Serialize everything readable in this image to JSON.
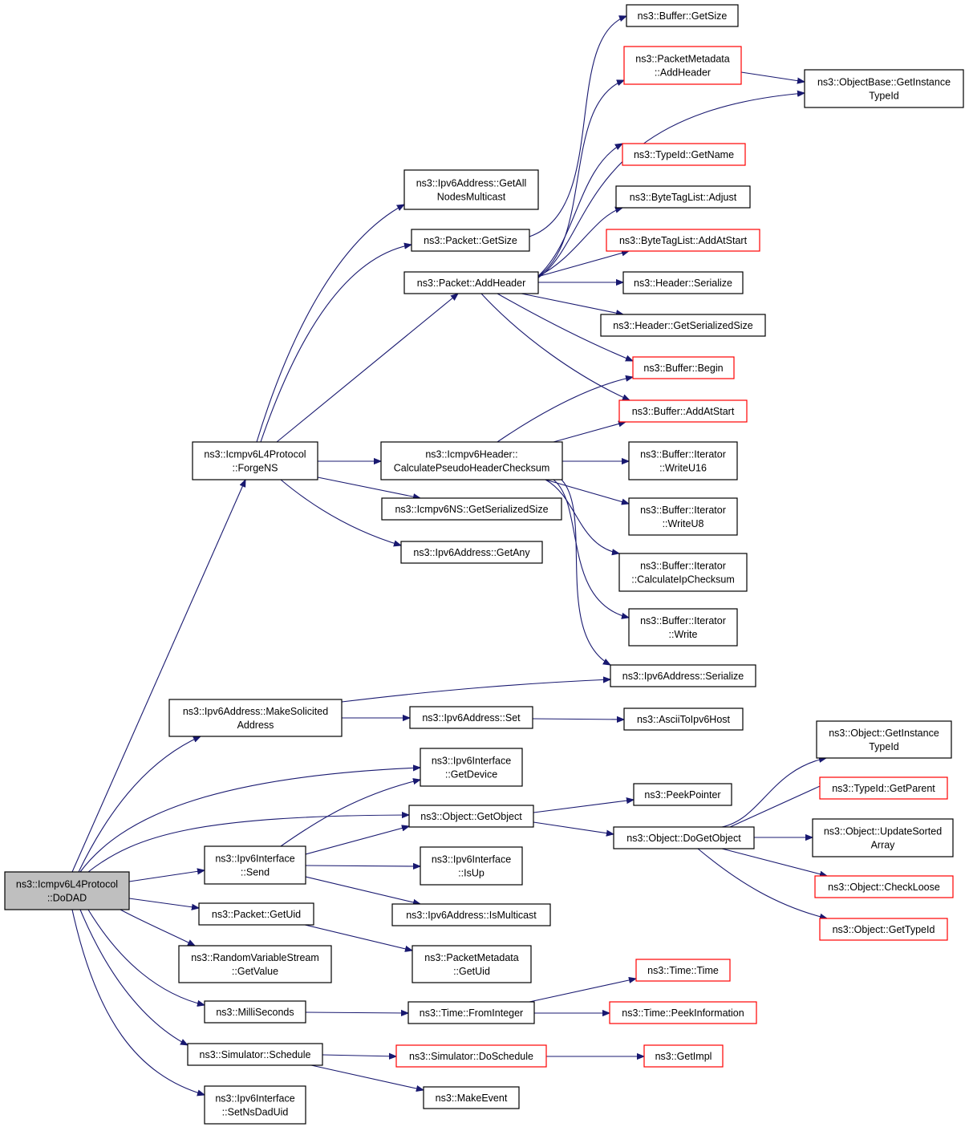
{
  "nodes": [
    {
      "id": "dodad",
      "lines": [
        "ns3::Icmpv6L4Protocol",
        "::DoDAD"
      ],
      "border": "root"
    },
    {
      "id": "forgens",
      "lines": [
        "ns3::Icmpv6L4Protocol",
        "::ForgeNS"
      ],
      "border": "black"
    },
    {
      "id": "getallnodes",
      "lines": [
        "ns3::Ipv6Address::GetAll",
        "NodesMulticast"
      ],
      "border": "black"
    },
    {
      "id": "pkt_getsize",
      "lines": [
        "ns3::Packet::GetSize"
      ],
      "border": "black"
    },
    {
      "id": "pkt_addheader",
      "lines": [
        "ns3::Packet::AddHeader"
      ],
      "border": "black"
    },
    {
      "id": "buf_getsize",
      "lines": [
        "ns3::Buffer::GetSize"
      ],
      "border": "black"
    },
    {
      "id": "pm_addheader",
      "lines": [
        "ns3::PacketMetadata",
        "::AddHeader"
      ],
      "border": "red"
    },
    {
      "id": "ob_getinstance",
      "lines": [
        "ns3::ObjectBase::GetInstance",
        "TypeId"
      ],
      "border": "black"
    },
    {
      "id": "typeid_getname",
      "lines": [
        "ns3::TypeId::GetName"
      ],
      "border": "red"
    },
    {
      "id": "btl_adjust",
      "lines": [
        "ns3::ByteTagList::Adjust"
      ],
      "border": "black"
    },
    {
      "id": "btl_addatstart",
      "lines": [
        "ns3::ByteTagList::AddAtStart"
      ],
      "border": "red"
    },
    {
      "id": "hdr_serialize",
      "lines": [
        "ns3::Header::Serialize"
      ],
      "border": "black"
    },
    {
      "id": "hdr_getsersize",
      "lines": [
        "ns3::Header::GetSerializedSize"
      ],
      "border": "black"
    },
    {
      "id": "buf_begin",
      "lines": [
        "ns3::Buffer::Begin"
      ],
      "border": "red"
    },
    {
      "id": "buf_addatstart",
      "lines": [
        "ns3::Buffer::AddAtStart"
      ],
      "border": "red"
    },
    {
      "id": "calcpseudo",
      "lines": [
        "ns3::Icmpv6Header::",
        "CalculatePseudoHeaderChecksum"
      ],
      "border": "black"
    },
    {
      "id": "it_writeu16",
      "lines": [
        "ns3::Buffer::Iterator",
        "::WriteU16"
      ],
      "border": "black"
    },
    {
      "id": "it_writeu8",
      "lines": [
        "ns3::Buffer::Iterator",
        "::WriteU8"
      ],
      "border": "black"
    },
    {
      "id": "it_calcip",
      "lines": [
        "ns3::Buffer::Iterator",
        "::CalculateIpChecksum"
      ],
      "border": "black"
    },
    {
      "id": "it_write",
      "lines": [
        "ns3::Buffer::Iterator",
        "::Write"
      ],
      "border": "black"
    },
    {
      "id": "ns_getsersize",
      "lines": [
        "ns3::Icmpv6NS::GetSerializedSize"
      ],
      "border": "black"
    },
    {
      "id": "ipv6_getany",
      "lines": [
        "ns3::Ipv6Address::GetAny"
      ],
      "border": "black"
    },
    {
      "id": "ipv6_serialize",
      "lines": [
        "ns3::Ipv6Address::Serialize"
      ],
      "border": "black"
    },
    {
      "id": "makesolicited",
      "lines": [
        "ns3::Ipv6Address::MakeSolicited",
        "Address"
      ],
      "border": "black"
    },
    {
      "id": "ipv6_set",
      "lines": [
        "ns3::Ipv6Address::Set"
      ],
      "border": "black"
    },
    {
      "id": "asciitoipv6",
      "lines": [
        "ns3::AsciiToIpv6Host"
      ],
      "border": "black"
    },
    {
      "id": "if_getdevice",
      "lines": [
        "ns3::Ipv6Interface",
        "::GetDevice"
      ],
      "border": "black"
    },
    {
      "id": "obj_getobject",
      "lines": [
        "ns3::Object::GetObject"
      ],
      "border": "black"
    },
    {
      "id": "peekpointer",
      "lines": [
        "ns3::PeekPointer"
      ],
      "border": "black"
    },
    {
      "id": "obj_dogetobject",
      "lines": [
        "ns3::Object::DoGetObject"
      ],
      "border": "black"
    },
    {
      "id": "obj_getinstance",
      "lines": [
        "ns3::Object::GetInstance",
        "TypeId"
      ],
      "border": "black"
    },
    {
      "id": "typeid_getparent",
      "lines": [
        "ns3::TypeId::GetParent"
      ],
      "border": "red"
    },
    {
      "id": "obj_updatesorted",
      "lines": [
        "ns3::Object::UpdateSorted",
        "Array"
      ],
      "border": "black"
    },
    {
      "id": "obj_checkloose",
      "lines": [
        "ns3::Object::CheckLoose"
      ],
      "border": "red"
    },
    {
      "id": "obj_gettypeid",
      "lines": [
        "ns3::Object::GetTypeId"
      ],
      "border": "red"
    },
    {
      "id": "if_send",
      "lines": [
        "ns3::Ipv6Interface",
        "::Send"
      ],
      "border": "black"
    },
    {
      "id": "if_isup",
      "lines": [
        "ns3::Ipv6Interface",
        "::IsUp"
      ],
      "border": "black"
    },
    {
      "id": "ipv6_ismulticast",
      "lines": [
        "ns3::Ipv6Address::IsMulticast"
      ],
      "border": "black"
    },
    {
      "id": "pkt_getuid",
      "lines": [
        "ns3::Packet::GetUid"
      ],
      "border": "black"
    },
    {
      "id": "pm_getuid",
      "lines": [
        "ns3::PacketMetadata",
        "::GetUid"
      ],
      "border": "black"
    },
    {
      "id": "rvs_getvalue",
      "lines": [
        "ns3::RandomVariableStream",
        "::GetValue"
      ],
      "border": "black"
    },
    {
      "id": "milliseconds",
      "lines": [
        "ns3::MilliSeconds"
      ],
      "border": "black"
    },
    {
      "id": "time_frominteger",
      "lines": [
        "ns3::Time::FromInteger"
      ],
      "border": "black"
    },
    {
      "id": "time_time",
      "lines": [
        "ns3::Time::Time"
      ],
      "border": "red"
    },
    {
      "id": "time_peekinfo",
      "lines": [
        "ns3::Time::PeekInformation"
      ],
      "border": "red"
    },
    {
      "id": "sim_schedule",
      "lines": [
        "ns3::Simulator::Schedule"
      ],
      "border": "black"
    },
    {
      "id": "sim_doschedule",
      "lines": [
        "ns3::Simulator::DoSchedule"
      ],
      "border": "red"
    },
    {
      "id": "getimpl",
      "lines": [
        "ns3::GetImpl"
      ],
      "border": "red"
    },
    {
      "id": "makeevent",
      "lines": [
        "ns3::MakeEvent"
      ],
      "border": "black"
    },
    {
      "id": "if_setnsdaduid",
      "lines": [
        "ns3::Ipv6Interface",
        "::SetNsDadUid"
      ],
      "border": "black"
    }
  ],
  "edges": [
    [
      "dodad",
      "forgens"
    ],
    [
      "dodad",
      "makesolicited"
    ],
    [
      "dodad",
      "if_getdevice"
    ],
    [
      "dodad",
      "obj_getobject"
    ],
    [
      "dodad",
      "if_send"
    ],
    [
      "dodad",
      "pkt_getuid"
    ],
    [
      "dodad",
      "rvs_getvalue"
    ],
    [
      "dodad",
      "milliseconds"
    ],
    [
      "dodad",
      "sim_schedule"
    ],
    [
      "dodad",
      "if_setnsdaduid"
    ],
    [
      "forgens",
      "getallnodes"
    ],
    [
      "forgens",
      "pkt_getsize"
    ],
    [
      "forgens",
      "pkt_addheader"
    ],
    [
      "forgens",
      "calcpseudo"
    ],
    [
      "forgens",
      "ns_getsersize"
    ],
    [
      "forgens",
      "ipv6_getany"
    ],
    [
      "pkt_getsize",
      "buf_getsize"
    ],
    [
      "pkt_addheader",
      "pm_addheader"
    ],
    [
      "pkt_addheader",
      "ob_getinstance"
    ],
    [
      "pkt_addheader",
      "typeid_getname"
    ],
    [
      "pkt_addheader",
      "btl_adjust"
    ],
    [
      "pkt_addheader",
      "btl_addatstart"
    ],
    [
      "pkt_addheader",
      "hdr_serialize"
    ],
    [
      "pkt_addheader",
      "hdr_getsersize"
    ],
    [
      "pkt_addheader",
      "buf_begin"
    ],
    [
      "pkt_addheader",
      "buf_addatstart"
    ],
    [
      "pm_addheader",
      "ob_getinstance"
    ],
    [
      "calcpseudo",
      "buf_begin"
    ],
    [
      "calcpseudo",
      "buf_addatstart"
    ],
    [
      "calcpseudo",
      "it_writeu16"
    ],
    [
      "calcpseudo",
      "it_writeu8"
    ],
    [
      "calcpseudo",
      "it_calcip"
    ],
    [
      "calcpseudo",
      "it_write"
    ],
    [
      "calcpseudo",
      "ipv6_serialize"
    ],
    [
      "makesolicited",
      "ipv6_serialize"
    ],
    [
      "makesolicited",
      "ipv6_set"
    ],
    [
      "ipv6_set",
      "asciitoipv6"
    ],
    [
      "obj_getobject",
      "peekpointer"
    ],
    [
      "obj_getobject",
      "obj_dogetobject"
    ],
    [
      "obj_dogetobject",
      "obj_getinstance"
    ],
    [
      "obj_dogetobject",
      "typeid_getparent"
    ],
    [
      "obj_dogetobject",
      "obj_updatesorted"
    ],
    [
      "obj_dogetobject",
      "obj_checkloose"
    ],
    [
      "obj_dogetobject",
      "obj_gettypeid"
    ],
    [
      "if_send",
      "if_getdevice"
    ],
    [
      "if_send",
      "obj_getobject"
    ],
    [
      "if_send",
      "if_isup"
    ],
    [
      "if_send",
      "ipv6_ismulticast"
    ],
    [
      "pkt_getuid",
      "pm_getuid"
    ],
    [
      "milliseconds",
      "time_frominteger"
    ],
    [
      "time_frominteger",
      "time_time"
    ],
    [
      "time_frominteger",
      "time_peekinfo"
    ],
    [
      "sim_schedule",
      "sim_doschedule"
    ],
    [
      "sim_schedule",
      "makeevent"
    ],
    [
      "sim_doschedule",
      "getimpl"
    ]
  ]
}
